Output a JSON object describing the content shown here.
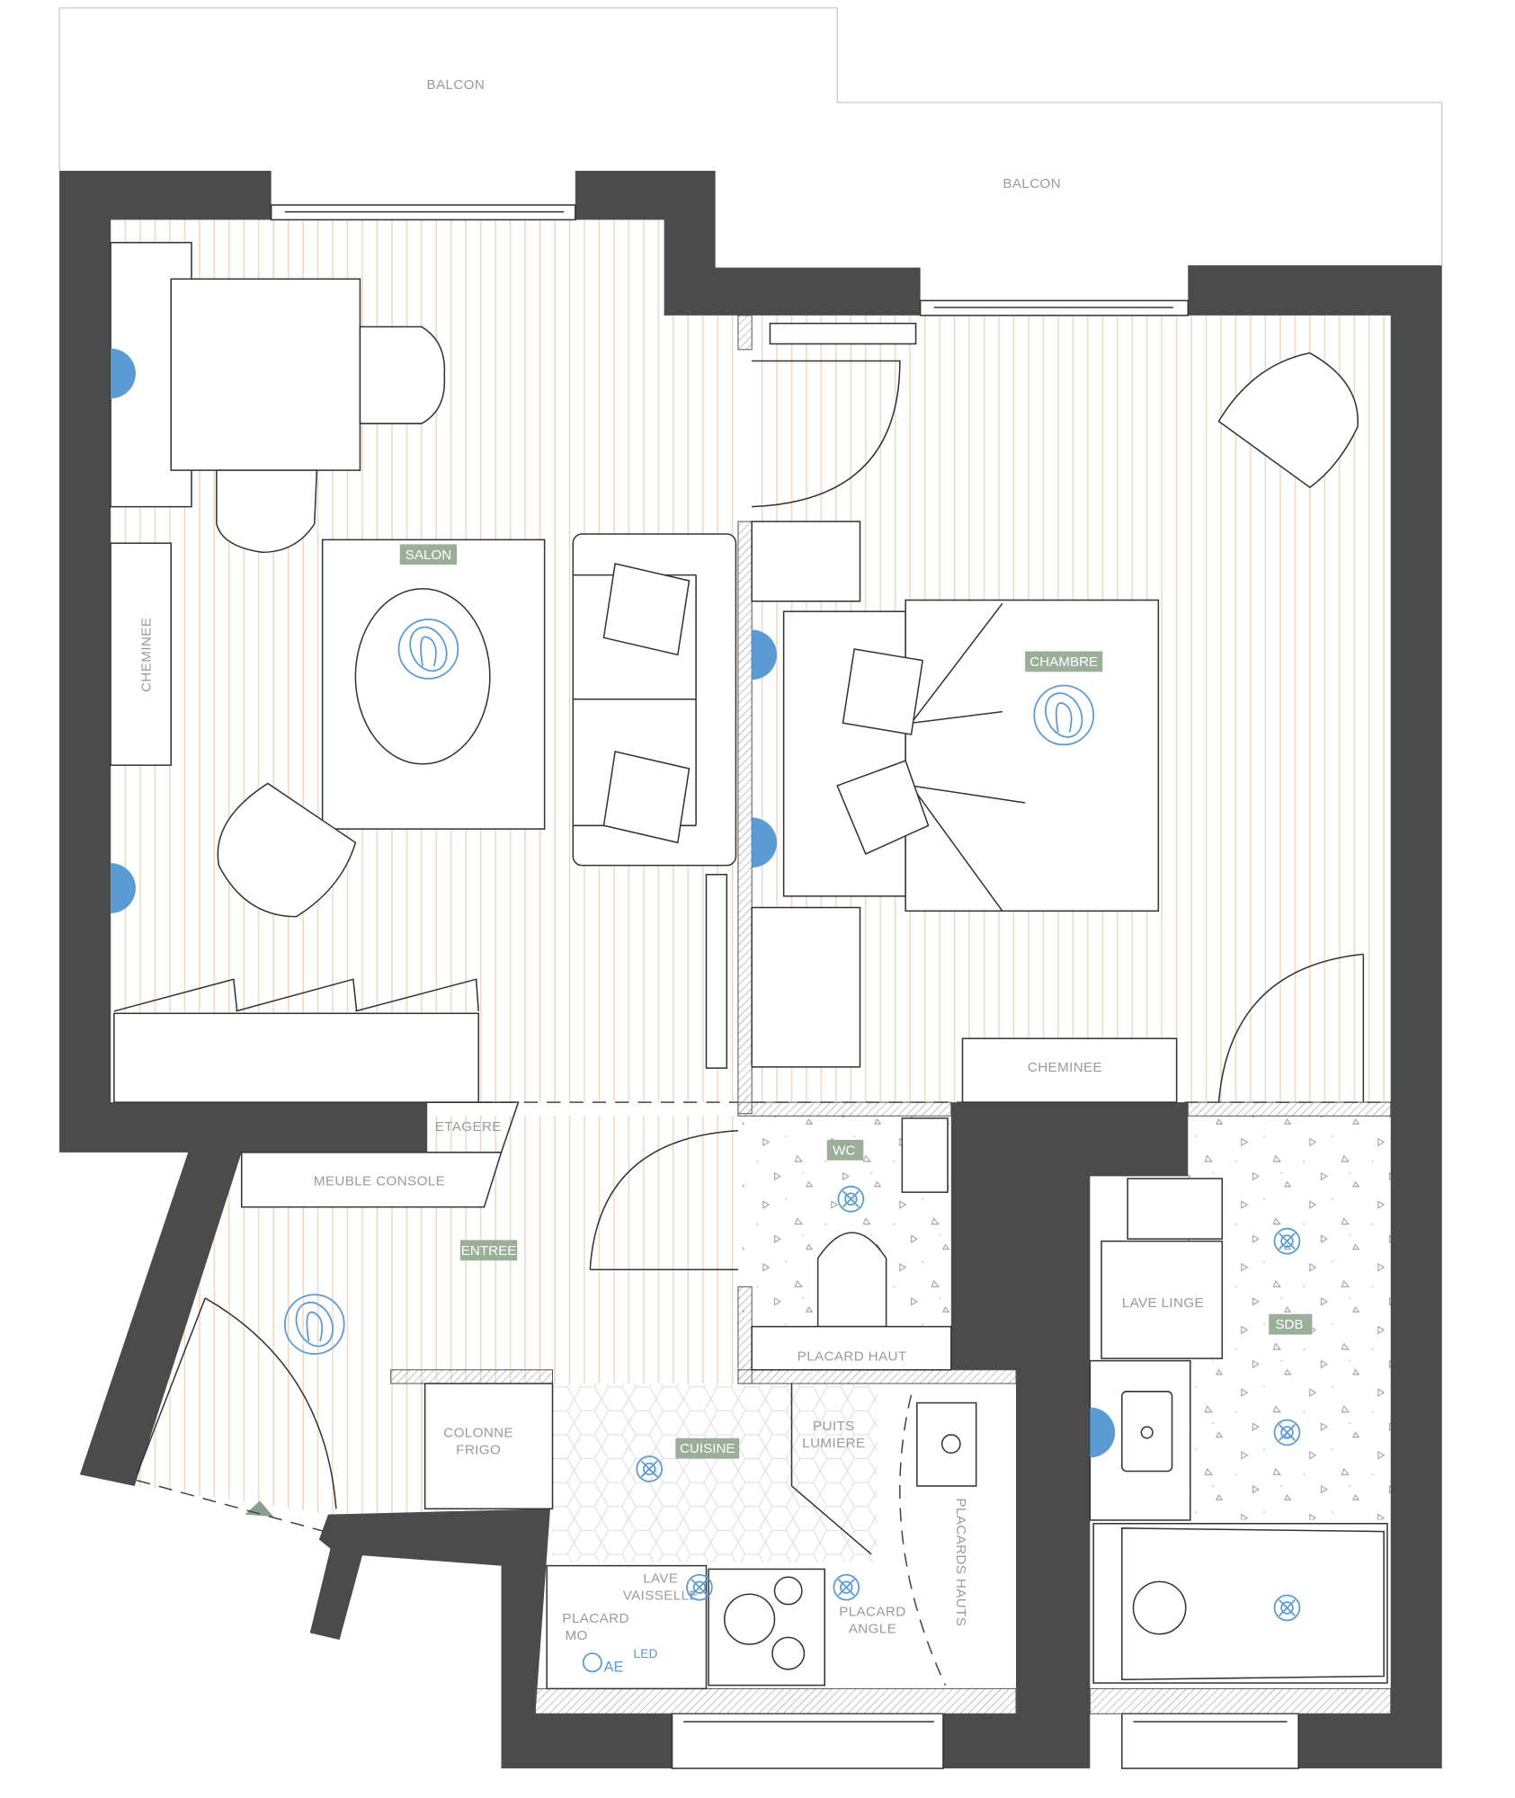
{
  "labels": {
    "balcon_left": "BALCON",
    "balcon_right": "BALCON",
    "cheminee_salon": "CHEMINEE",
    "cheminee_chambre": "CHEMINEE",
    "etagere": "ETAGERE",
    "meuble_console": "MEUBLE CONSOLE",
    "placard_haut": "PLACARD HAUT",
    "lave_linge": "LAVE LINGE",
    "colonne": "COLONNE",
    "frigo": "FRIGO",
    "puits": "PUITS",
    "lumiere": "LUMIERE",
    "placards_hauts": "PLACARDS HAUTS",
    "lave": "LAVE",
    "vaisselle": "VAISSELLE",
    "placard_mo_1": "PLACARD",
    "placard_mo_2": "MO",
    "placard_angle_1": "PLACARD",
    "placard_angle_2": "ANGLE",
    "led": "LED",
    "ae": "AE"
  },
  "rooms": {
    "salon": "SALON",
    "chambre": "CHAMBRE",
    "entree": "ENTREE",
    "wc": "WC",
    "sdb": "SDB",
    "cuisine": "CUISINE"
  },
  "colors": {
    "wall": "#4b4b4b",
    "room_tag": "#9aae98",
    "lighting": "#5b9bd5",
    "floor_stripes": "#eed8bf"
  }
}
